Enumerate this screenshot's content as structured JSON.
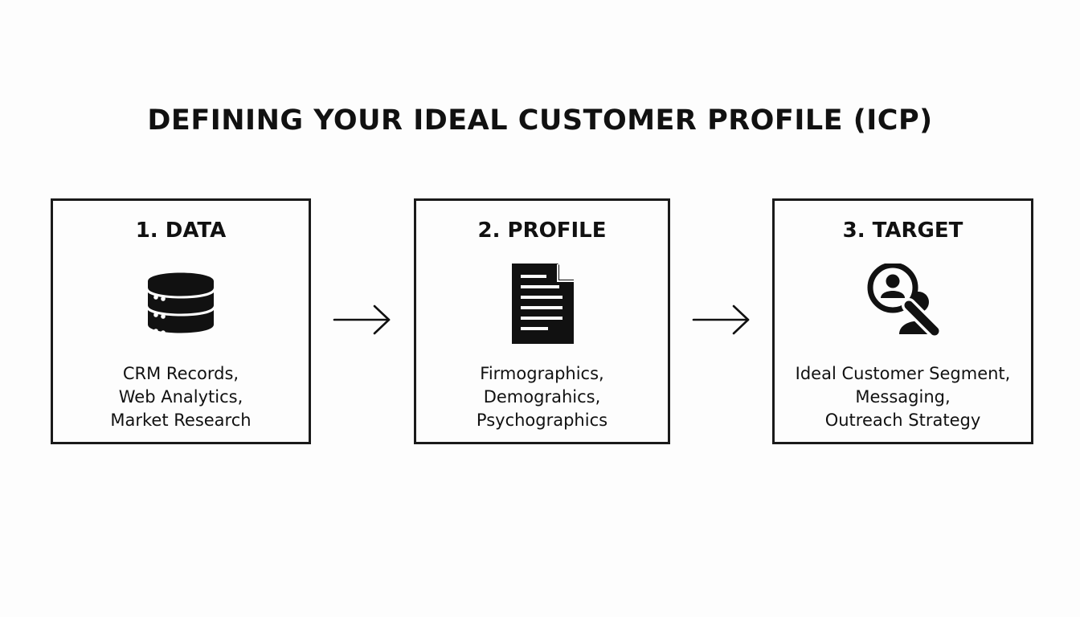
{
  "title": "DEFINING YOUR IDEAL CUSTOMER PROFILE (ICP)",
  "steps": [
    {
      "heading": "1. DATA",
      "icon": "database-icon",
      "details": [
        "CRM Records,",
        "Web Analytics,",
        "Market Research"
      ]
    },
    {
      "heading": "2. PROFILE",
      "icon": "document-icon",
      "details": [
        "Firmographics,",
        "Demograhics,",
        "Psychographics"
      ]
    },
    {
      "heading": "3. TARGET",
      "icon": "magnifier-person-icon",
      "details": [
        "Ideal Customer Segment,",
        "Messaging,",
        "Outreach Strategy"
      ]
    }
  ],
  "colors": {
    "background": "#fdfdfd",
    "ink": "#111111",
    "border": "#1a1a1a"
  }
}
